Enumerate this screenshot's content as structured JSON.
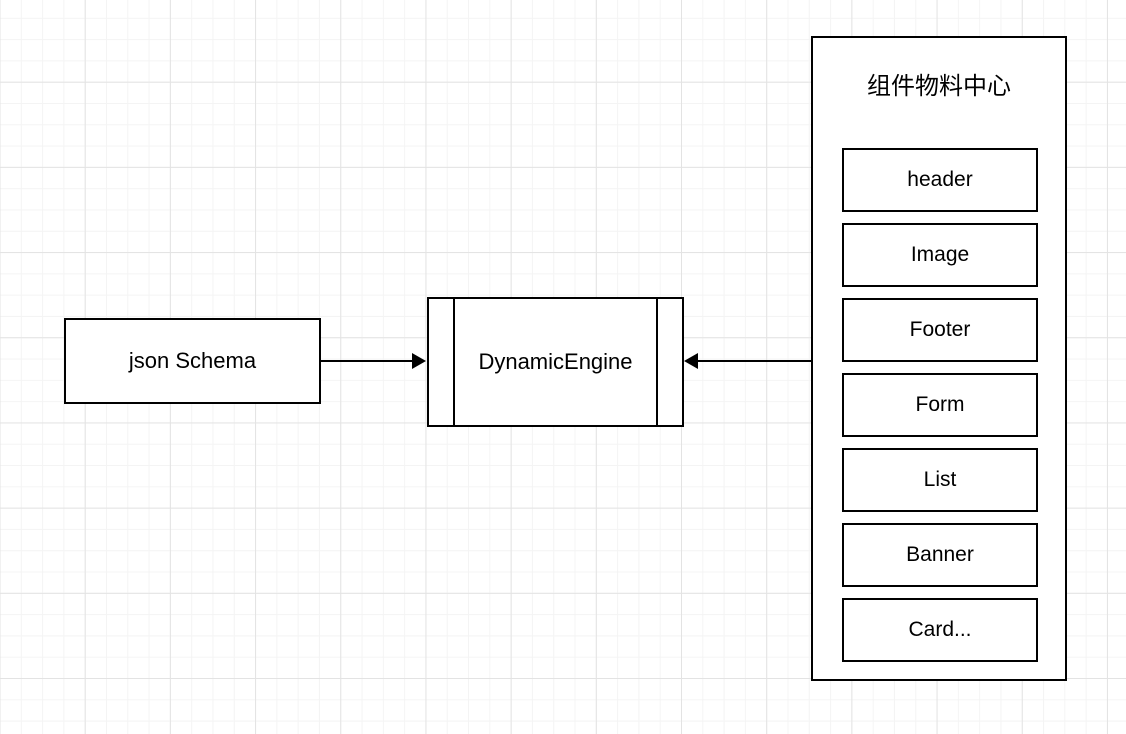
{
  "diagram": {
    "nodes": {
      "json_schema": {
        "label": "json Schema"
      },
      "dynamic_engine": {
        "label": "DynamicEngine"
      }
    },
    "panel": {
      "title": "组件物料中心",
      "items": [
        {
          "label": "header"
        },
        {
          "label": "Image"
        },
        {
          "label": "Footer"
        },
        {
          "label": "Form"
        },
        {
          "label": "List"
        },
        {
          "label": "Banner"
        },
        {
          "label": "Card..."
        }
      ]
    },
    "edges": [
      {
        "name": "json-schema-to-dynamic-engine",
        "direction": "right"
      },
      {
        "name": "material-center-to-dynamic-engine",
        "direction": "left"
      }
    ],
    "colors": {
      "stroke": "#000000",
      "fill": "#ffffff",
      "grid_minor": "#f4f4f4",
      "grid_major": "#e3e3e3"
    }
  }
}
